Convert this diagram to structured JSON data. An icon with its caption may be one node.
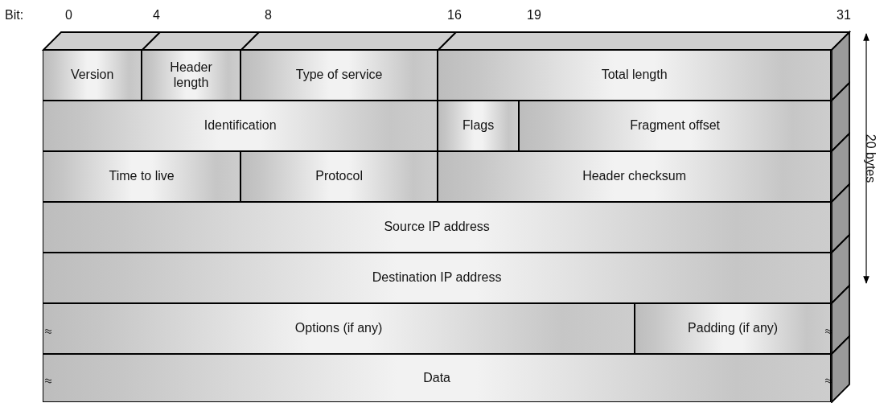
{
  "diagram": {
    "nodes": [
      {
        "text": [
          "Version"
        ]
      },
      {
        "text": [
          "Header length"
        ]
      },
      {
        "text": [
          "Type of service"
        ]
      },
      {
        "text": [
          "Total length"
        ]
      },
      {
        "text": [
          "Identification"
        ]
      },
      {
        "text": [
          "Flags"
        ]
      },
      {
        "text": [
          "Fragment offset"
        ]
      },
      {
        "text": [
          "Time to live"
        ]
      },
      {
        "text": [
          "Protocol"
        ]
      },
      {
        "text": [
          "Header checksum"
        ]
      },
      {
        "text": [
          "Source IP address"
        ]
      },
      {
        "text": [
          "Destination IP address"
        ]
      },
      {
        "text": [
          "Options (if any)"
        ]
      },
      {
        "text": [
          "Padding (if any)"
        ]
      },
      {
        "text": [
          "Data"
        ]
      }
    ],
    "edges": [],
    "labels": [
      "Bit:",
      "0",
      "4",
      "8",
      "16",
      "19",
      "31",
      "20 bytes"
    ]
  }
}
